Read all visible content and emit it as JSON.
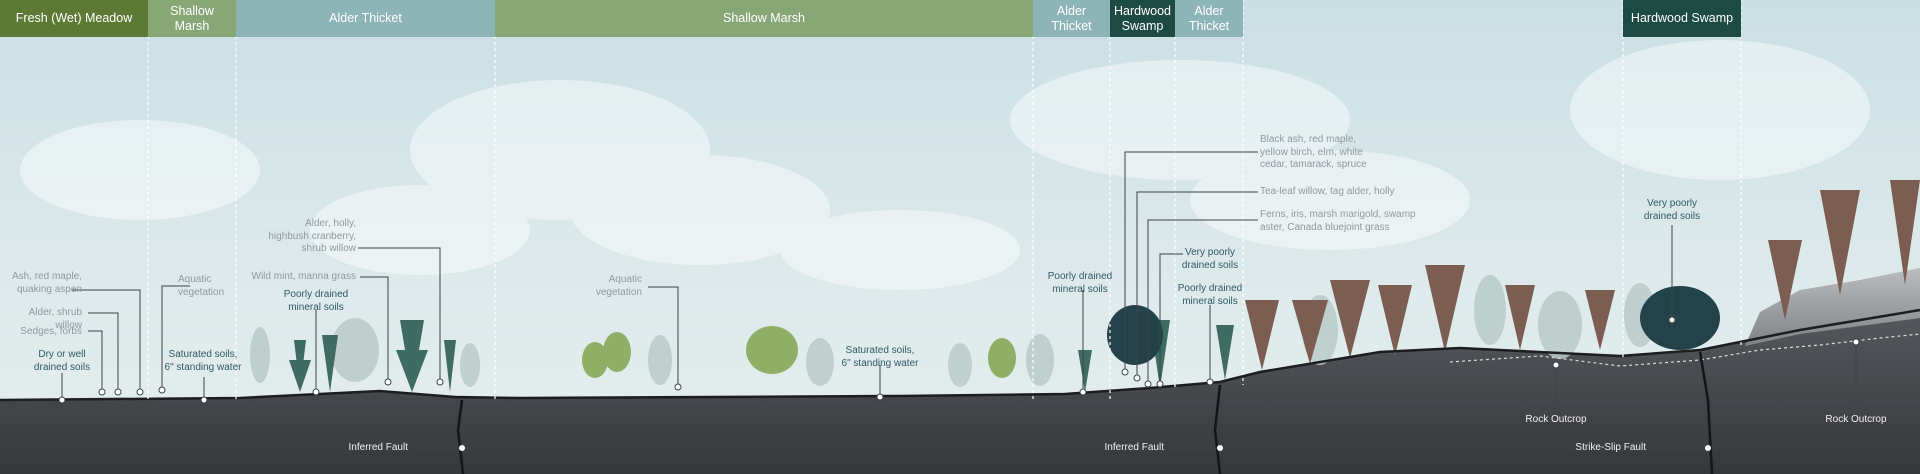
{
  "colors": {
    "meadow": "#5c7a34",
    "marsh": "#87a777",
    "alder": "#8db4b6",
    "swamp": "#1e4a44"
  },
  "zones": [
    {
      "label": "Fresh (Wet) Meadow"
    },
    {
      "label": "Shallow Marsh"
    },
    {
      "label": "Alder Thicket"
    },
    {
      "label": "Shallow Marsh"
    },
    {
      "label": "Alder Thicket"
    },
    {
      "label": "Hardwood Swamp"
    },
    {
      "label": "Alder Thicket"
    },
    {
      "label": "Hardwood Swamp"
    }
  ],
  "annotations": {
    "ash_maple": "Ash, red maple,\nquaking aspen",
    "alder_willow": "Alder, shrub willow",
    "sedges": "Sedges, forbs",
    "dry_soils": "Dry or well\ndrained soils",
    "aquatic_1": "Aquatic\nvegetation",
    "saturated_1": "Saturated soils,\n6\" standing water",
    "alder_holly": "Alder, holly,\nhighbush cranberry,\nshrub willow",
    "wild_mint": "Wild mint, manna grass",
    "poorly_drained_1": "Poorly drained\nmineral soils",
    "aquatic_2": "Aquatic\nvegetation",
    "saturated_2": "Saturated soils,\n6\" standing water",
    "poorly_drained_2": "Poorly drained\nmineral soils",
    "black_ash": "Black ash, red maple,\nyellow birch, elm, white\ncedar, tamarack, spruce",
    "tea_leaf": "Tea-leaf willow, tag alder, holly",
    "ferns": "Ferns, iris, marsh marigold, swamp\naster, Canada bluejoint grass",
    "very_poorly_1": "Very poorly\ndrained soils",
    "poorly_drained_3": "Poorly drained\nmineral soils",
    "very_poorly_2": "Very poorly\ndrained soils",
    "inferred_fault_1": "Inferred Fault",
    "inferred_fault_2": "Inferred Fault",
    "rock_outcrop_1": "Rock Outcrop",
    "strike_slip": "Strike-Slip Fault",
    "rock_outcrop_2": "Rock Outcrop"
  }
}
